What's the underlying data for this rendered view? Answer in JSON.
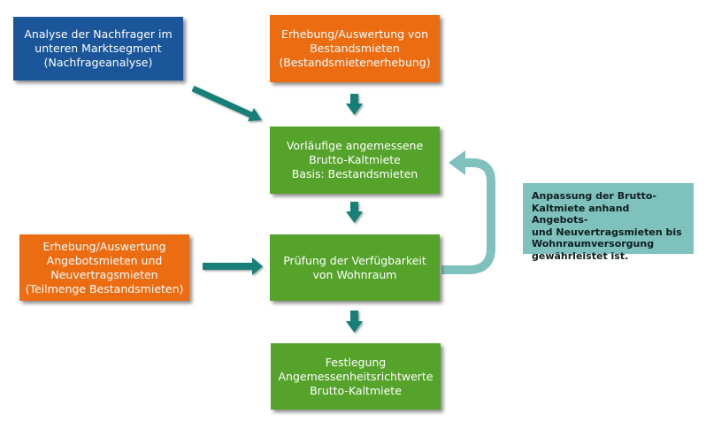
{
  "diagram": {
    "nodes": {
      "nachfrageanalyse": "Analyse der Nachfrager im\nunteren Marktsegment\n(Nachfrageanalyse)",
      "bestandsmieten": "Erhebung/Auswertung von\nBestandsmieten\n(Bestandsmietenerhebung)",
      "vorlaeufige": "Vorläufige angemessene\nBrutto-Kaltmiete\nBasis: Bestandsmieten",
      "angebotsmieten": "Erhebung/Auswertung\nAngebotsmieten und\nNeuvertragsmieten\n(Teilmenge Bestandsmieten)",
      "pruefung": "Prüfung der Verfügbarkeit\nvon Wohnraum",
      "festlegung": "Festlegung\nAngemessenheitsrichtwerte\nBrutto-Kaltmiete"
    },
    "note": "Anpassung der Brutto-\nKaltmiete anhand Angebots-\nund Neuvertragsmieten bis\nWohnraumversorgung\ngewährleistet ist.",
    "edges": [
      {
        "from": "nachfrageanalyse",
        "to": "vorlaeufige"
      },
      {
        "from": "bestandsmieten",
        "to": "vorlaeufige"
      },
      {
        "from": "vorlaeufige",
        "to": "pruefung"
      },
      {
        "from": "angebotsmieten",
        "to": "pruefung"
      },
      {
        "from": "pruefung",
        "to": "festlegung"
      },
      {
        "from": "pruefung",
        "to": "vorlaeufige",
        "label_ref": "note"
      }
    ],
    "colors": {
      "blue": "#1b569b",
      "orange": "#ec6c12",
      "green": "#56a32b",
      "arrow": "#137f78",
      "loop_arrow": "#7fc1bd",
      "note_bg": "#7fc1bd"
    }
  }
}
